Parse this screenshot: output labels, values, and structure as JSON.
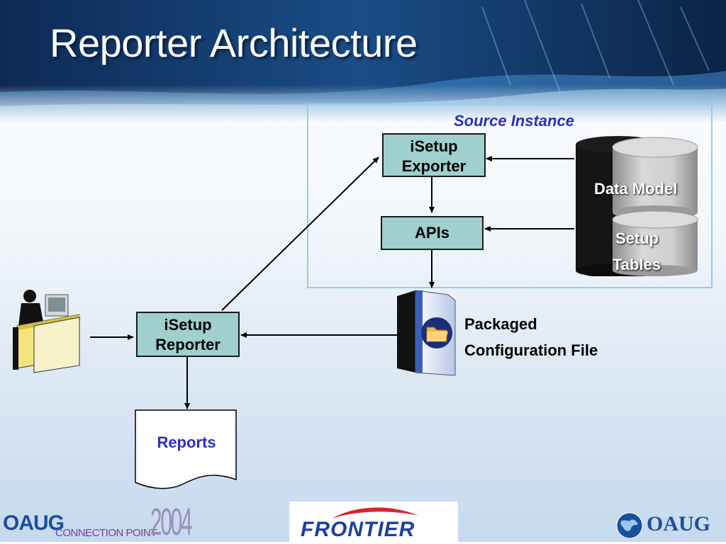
{
  "slide": {
    "title": "Reporter Architecture"
  },
  "source_instance": {
    "label": "Source Instance"
  },
  "nodes": {
    "exporter": {
      "line1": "iSetup",
      "line2": "Exporter"
    },
    "apis": {
      "label": "APIs"
    },
    "reporter": {
      "line1": "iSetup",
      "line2": "Reporter"
    },
    "reports": {
      "label": "Reports"
    },
    "packaged_file": {
      "line1": "Packaged",
      "line2": "Configuration File"
    },
    "database": {
      "data_model": "Data Model",
      "setup_line1": "Setup",
      "setup_line2": "Tables"
    }
  },
  "edges": [
    {
      "from": "database-data-model",
      "to": "exporter"
    },
    {
      "from": "database-setup-tables",
      "to": "apis"
    },
    {
      "from": "exporter",
      "to": "apis"
    },
    {
      "from": "apis",
      "to": "packaged_file"
    },
    {
      "from": "packaged_file",
      "to": "reporter"
    },
    {
      "from": "user",
      "to": "reporter"
    },
    {
      "from": "reporter",
      "to": "exporter"
    },
    {
      "from": "reporter",
      "to": "reports"
    }
  ],
  "footer": {
    "left_logo": "OAUG",
    "left_tagline": "CONNECTION POINT",
    "year": "2004",
    "center_logo": "FRONTIER",
    "right_logo": "OAUG"
  },
  "colors": {
    "box_fill": "#9fcfcf",
    "accent_blue": "#2a2fc0",
    "frame": "#8fd0f0"
  }
}
